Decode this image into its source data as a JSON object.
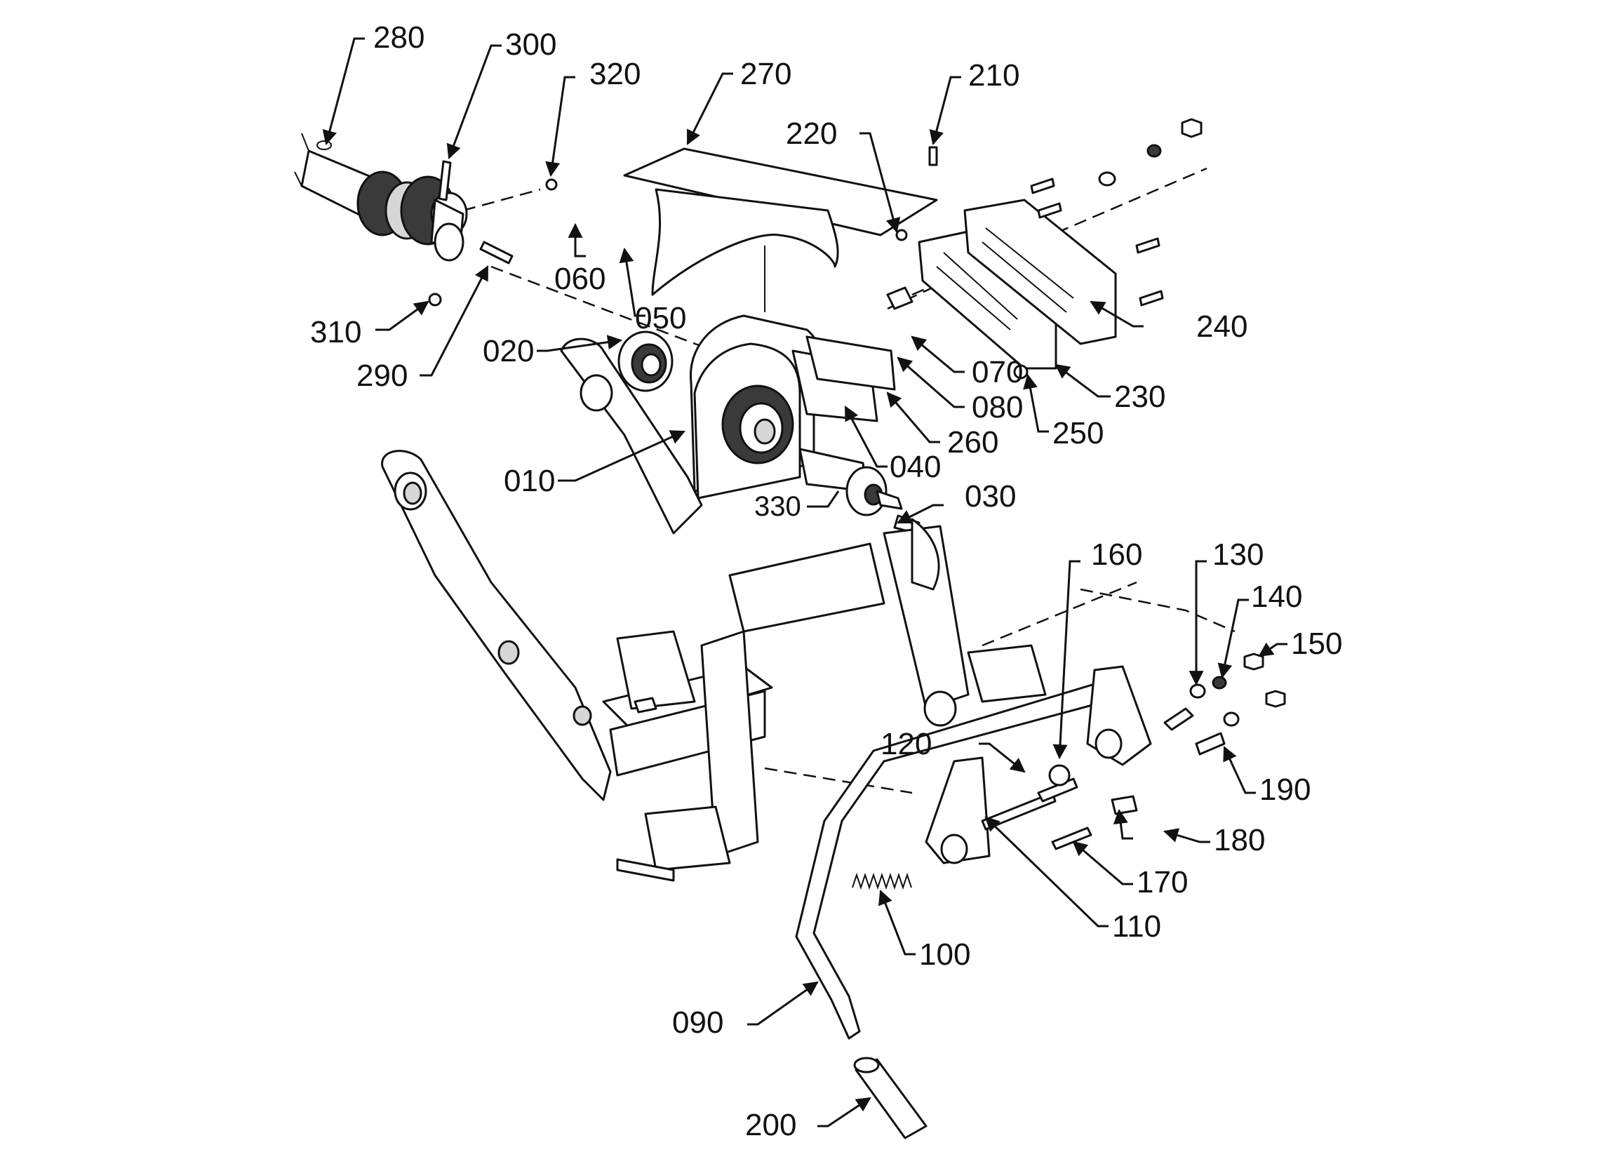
{
  "labels": {
    "p010": "010",
    "p020": "020",
    "p030": "030",
    "p040": "040",
    "p050": "050",
    "p060": "060",
    "p070": "070",
    "p080": "080",
    "p090": "090",
    "p100": "100",
    "p110": "110",
    "p120": "120",
    "p130": "130",
    "p140": "140",
    "p150": "150",
    "p160": "160",
    "p170": "170",
    "p180": "180",
    "p190": "190",
    "p200": "200",
    "p210": "210",
    "p220": "220",
    "p230": "230",
    "p240": "240",
    "p250": "250",
    "p260": "260",
    "p270": "270",
    "p280": "280",
    "p290": "290",
    "p300": "300",
    "p310": "310",
    "p320": "320",
    "p330": "330"
  }
}
